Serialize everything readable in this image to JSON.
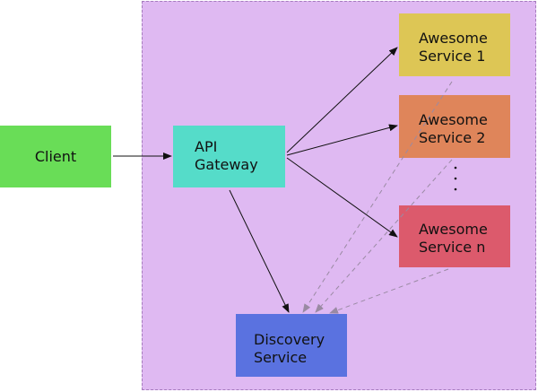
{
  "nodes": {
    "client": {
      "label": "Client"
    },
    "gateway": {
      "line1": "API",
      "line2": "Gateway"
    },
    "service1": {
      "line1": "Awesome",
      "line2": "Service 1"
    },
    "service2": {
      "line1": "Awesome",
      "line2": "Service 2"
    },
    "servicen": {
      "line1": "Awesome",
      "line2": "Service n"
    },
    "discovery": {
      "line1": "Discovery",
      "line2": "Service"
    }
  },
  "colors": {
    "boundary": "#dfb9f2",
    "client": "#69dd57",
    "gateway": "#55dcc9",
    "service1": "#ddc655",
    "service2": "#df855a",
    "servicen": "#dc5a6c",
    "discovery": "#5a72e0"
  }
}
